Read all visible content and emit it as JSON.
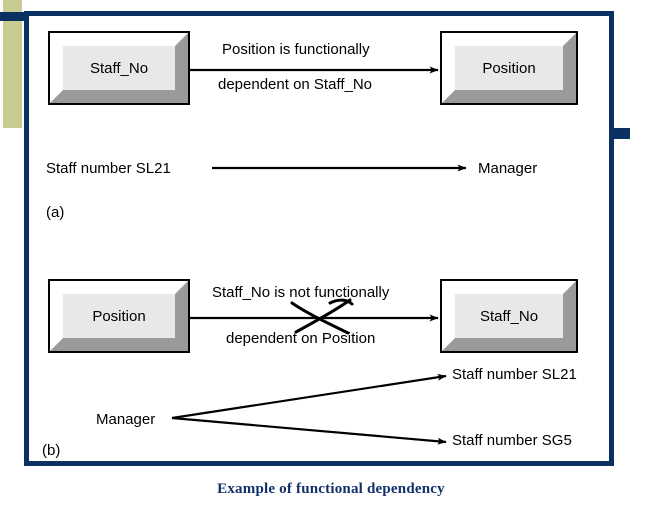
{
  "figure": {
    "caption": "Example of functional dependency",
    "caption_color": "#12306b",
    "frame_color": "#0b3163",
    "accent_band_color": "#c8cc90"
  },
  "panel_a": {
    "tag": "(a)",
    "source_box": "Staff_No",
    "target_box": "Position",
    "arrow_label_line1": "Position is functionally",
    "arrow_label_line2": "dependent on Staff_No",
    "example_source": "Staff number SL21",
    "example_target": "Manager"
  },
  "panel_b": {
    "tag": "(b)",
    "source_box": "Position",
    "target_box": "Staff_No",
    "arrow_label_line1": "Staff_No is not functionally",
    "arrow_label_line2": "dependent on Position",
    "example_source": "Manager",
    "example_target_1": "Staff number SL21",
    "example_target_2": "Staff number SG5"
  }
}
